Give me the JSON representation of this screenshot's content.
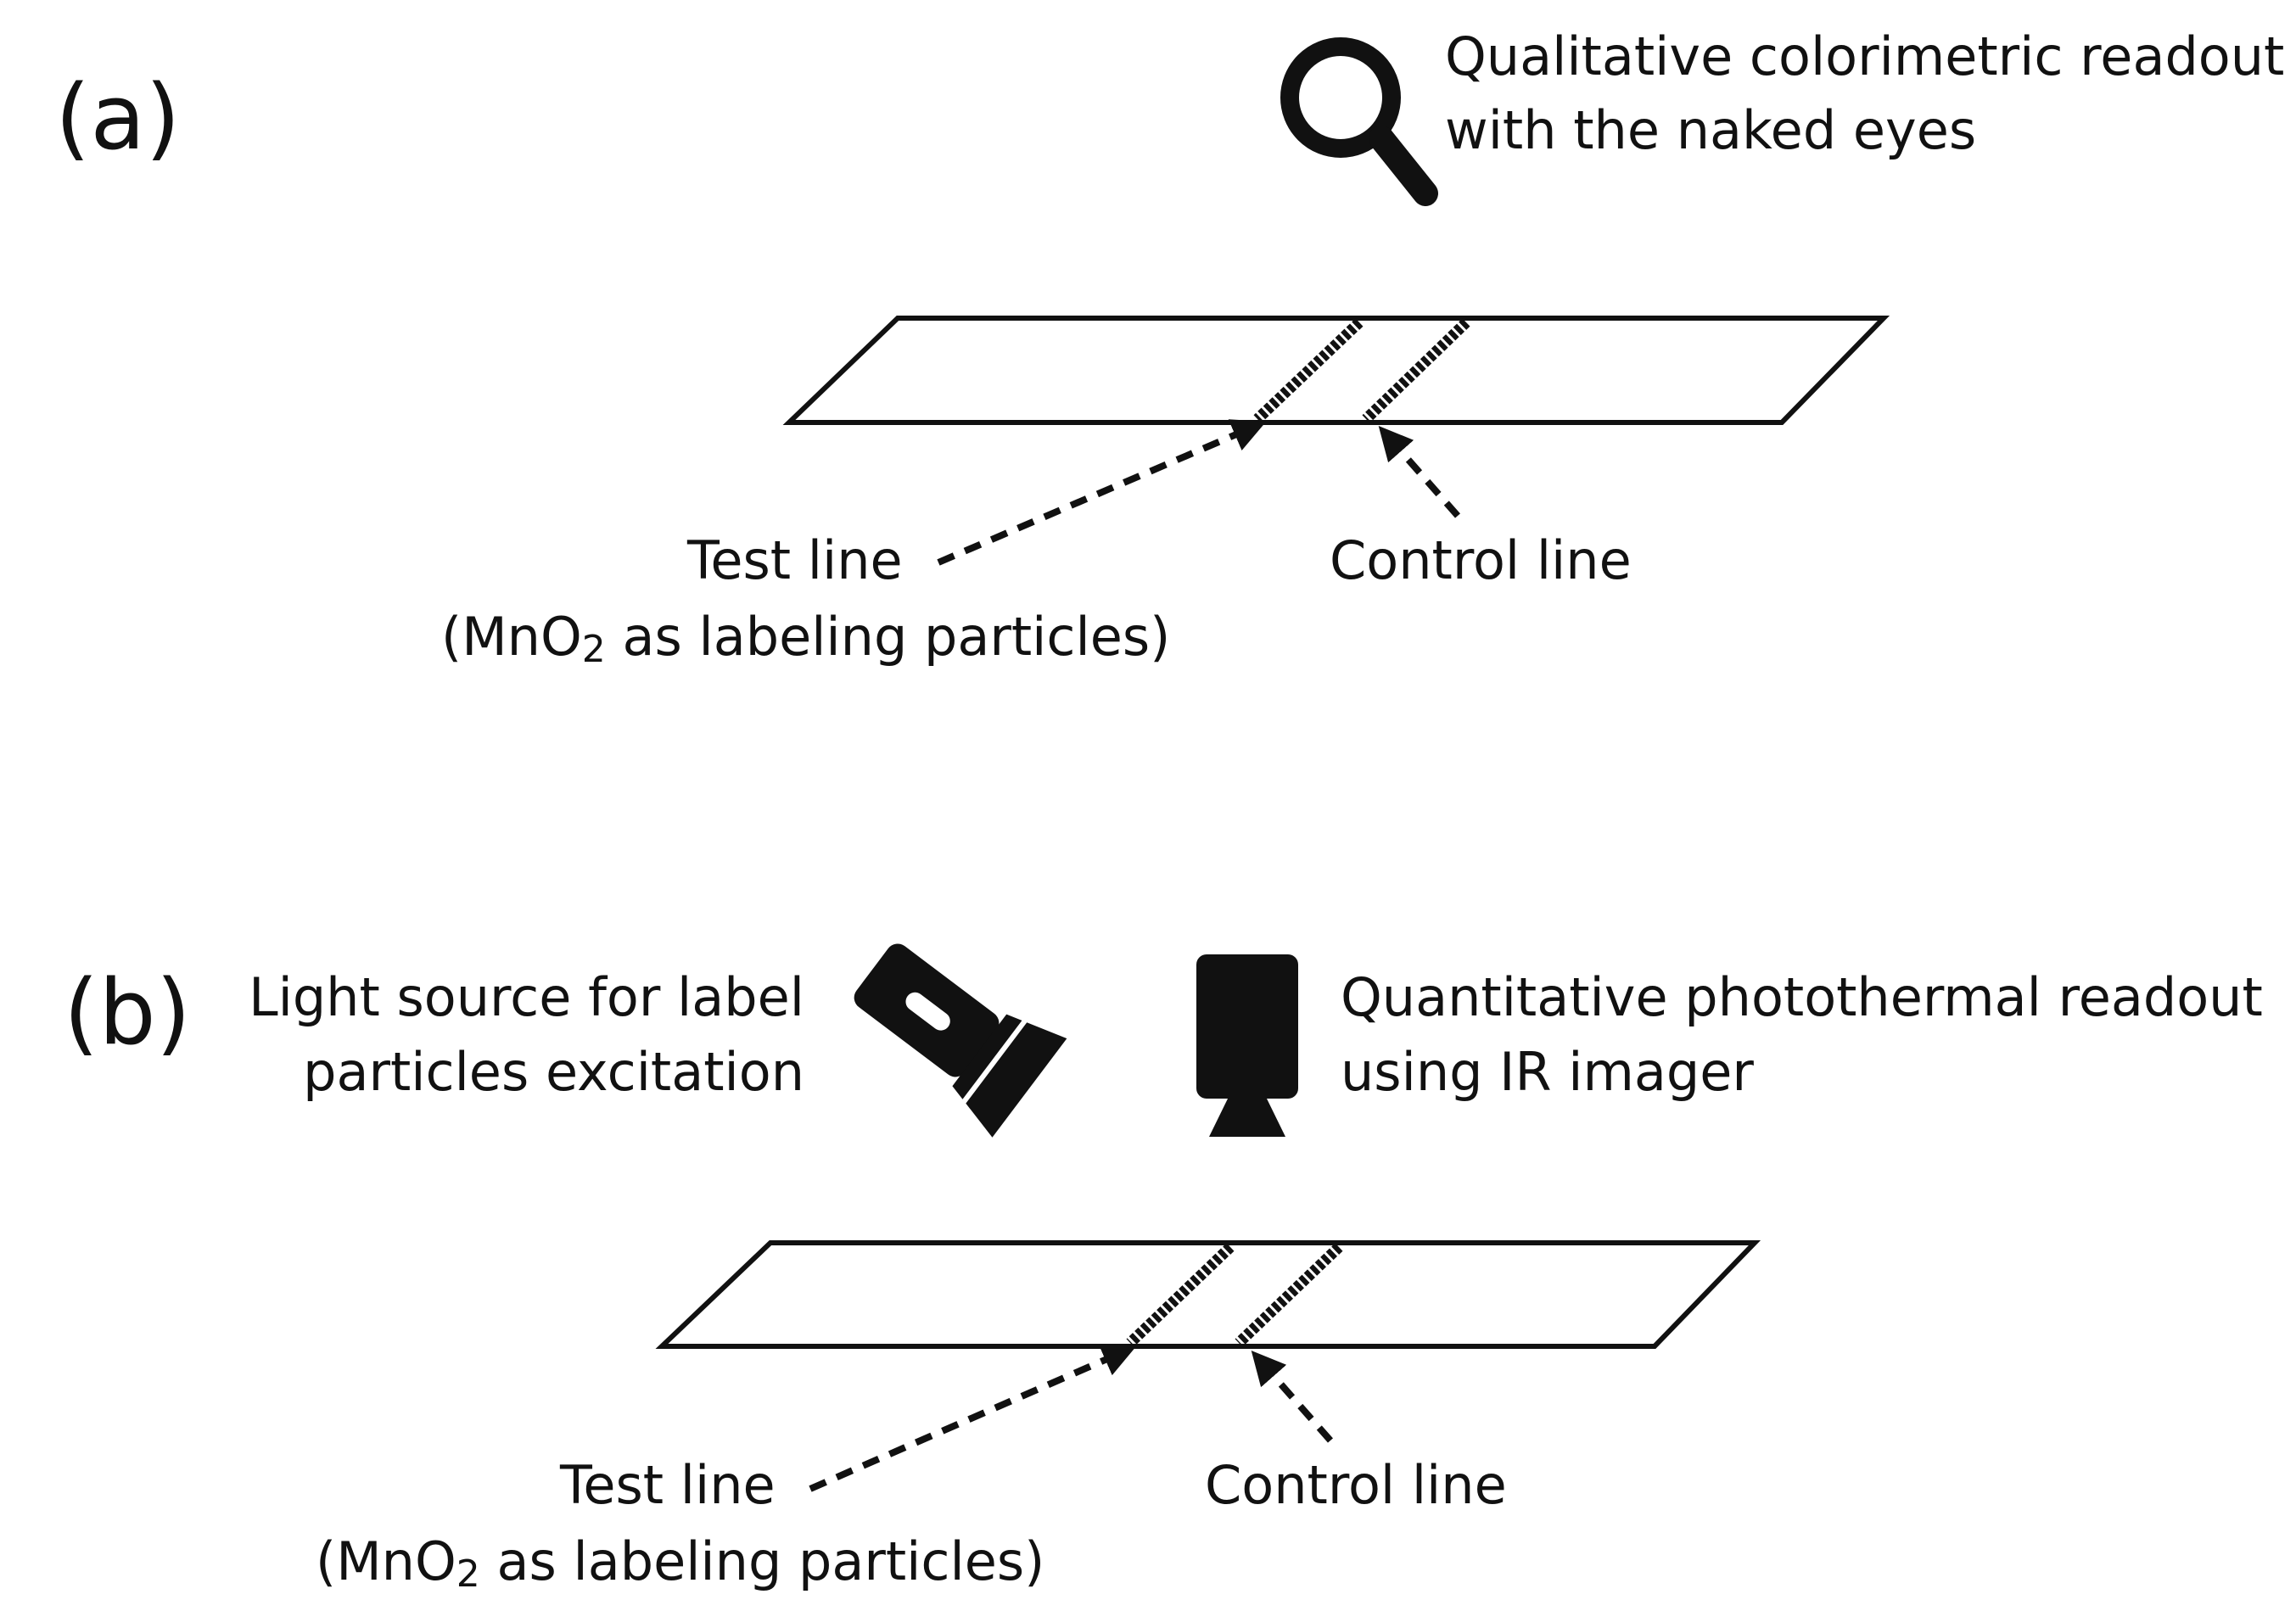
{
  "panels": {
    "a": {
      "letter": "(a)",
      "readout": {
        "icon": "magnifier-icon",
        "line1": "Qualitative colorimetric readout",
        "line2": "with the naked eyes"
      },
      "test_line": {
        "line1": "Test line",
        "line2_prefix": "(MnO",
        "line2_sub": "2",
        "line2_suffix": " as labeling particles)"
      },
      "control_line": "Control line"
    },
    "b": {
      "letter": "(b)",
      "light_source": {
        "icon": "flashlight-icon",
        "line1": "Light source for label",
        "line2": "particles excitation"
      },
      "readout": {
        "icon": "ir-camera-icon",
        "line1": "Quantitative photothermal readout",
        "line2": "using IR imager"
      },
      "test_line": {
        "line1": "Test line",
        "line2_prefix": "(MnO",
        "line2_sub": "2",
        "line2_suffix": " as labeling particles)"
      },
      "control_line": "Control line"
    }
  },
  "colors": {
    "ink": "#111111",
    "background": "#ffffff"
  }
}
